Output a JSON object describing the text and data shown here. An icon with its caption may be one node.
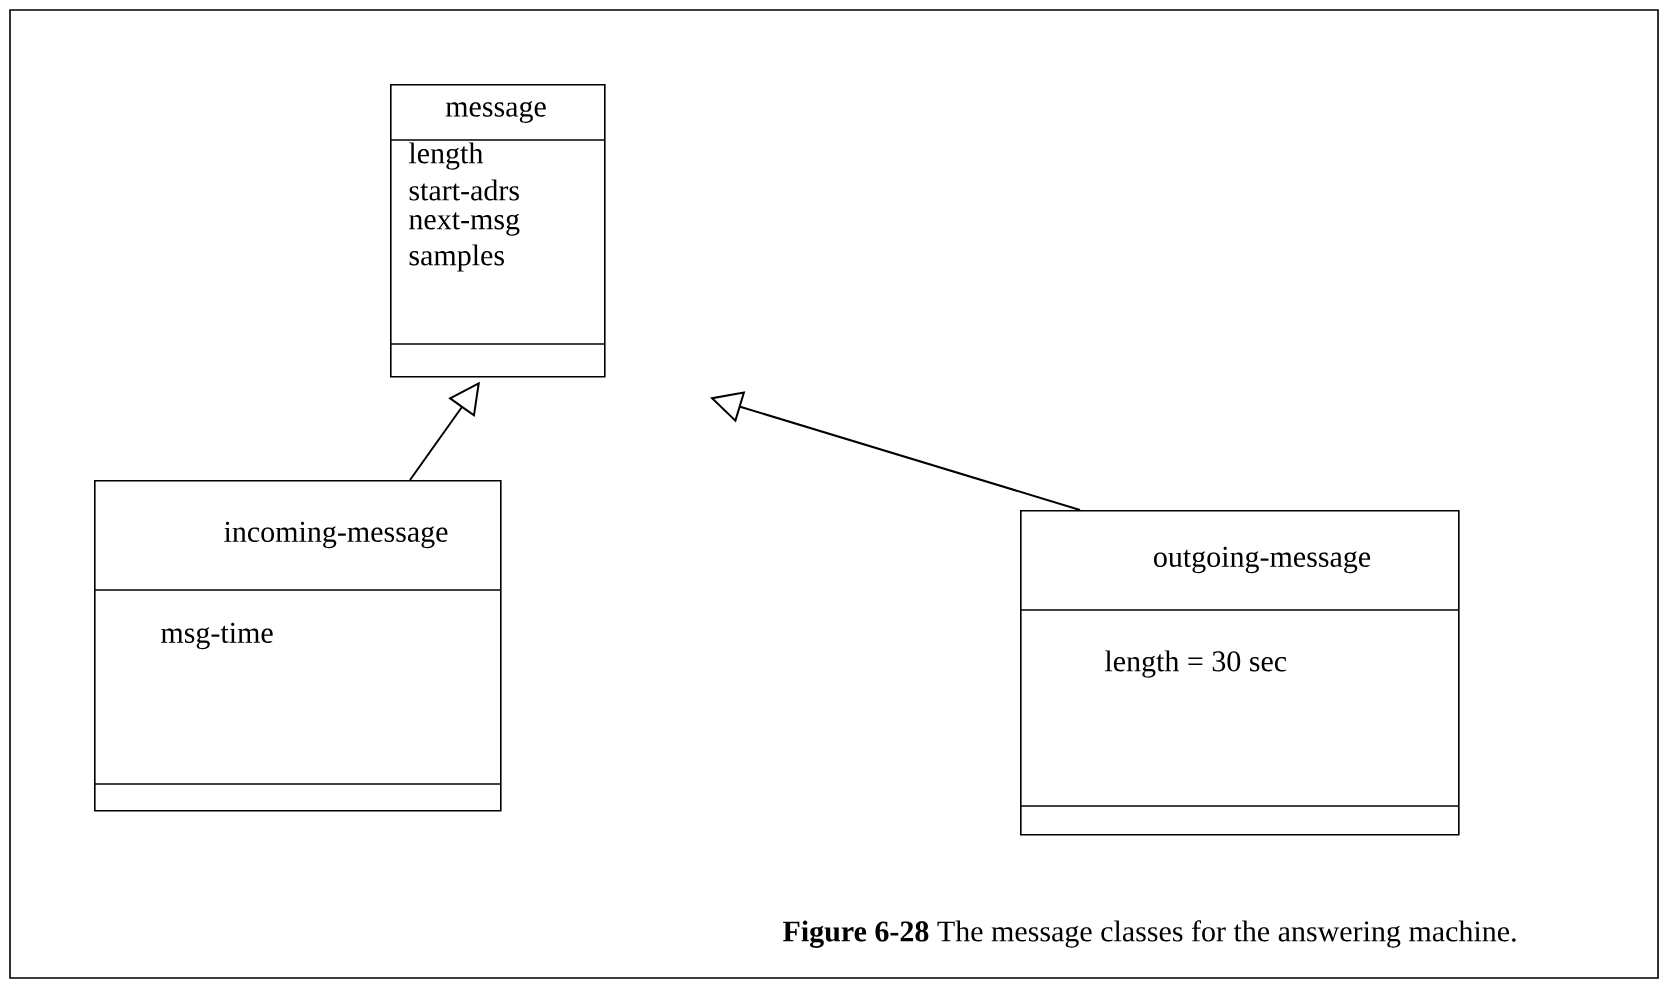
{
  "diagram": {
    "caption": "**Figure 6-28** The message classes for the answering machine.",
    "nodes": [
      {
        "text": [
          "message",
          "length",
          "start-adrs",
          "next-msg",
          "samples"
        ]
      },
      {
        "text": [
          "incoming-message",
          "msg-time"
        ]
      },
      {
        "text": [
          "outgoing-message",
          "length = 30 sec"
        ]
      }
    ],
    "edges": [
      {
        "from": 1,
        "to": 0,
        "arrow": "to"
      },
      {
        "from": 2,
        "to": 0,
        "arrow": "to"
      }
    ]
  }
}
